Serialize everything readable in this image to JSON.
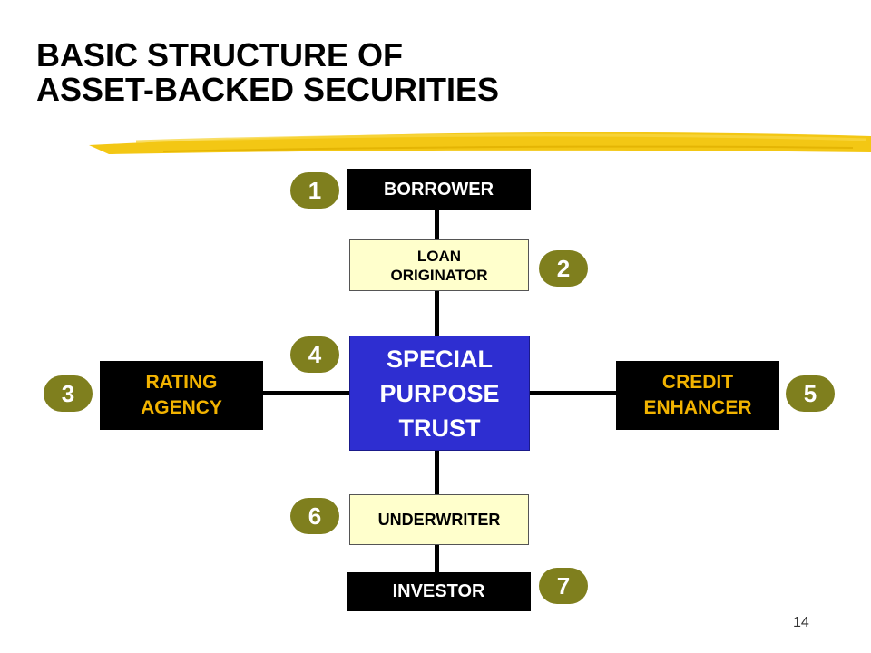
{
  "title": {
    "line1": "BASIC STRUCTURE OF",
    "line2": "ASSET-BACKED SECURITIES"
  },
  "colors": {
    "accent_stroke": "#f2c200",
    "box_black": "#000000",
    "box_pale": "#ffffcc",
    "box_blue": "#2e2ed1",
    "badge": "#7f7f1e",
    "gold_text": "#f2b300"
  },
  "nodes": {
    "borrower": {
      "label": "BORROWER",
      "badge": "1"
    },
    "loan_originator": {
      "label": "LOAN\nORIGINATOR",
      "badge": "2"
    },
    "rating_agency": {
      "label": "RATING\nAGENCY",
      "badge": "3"
    },
    "special_purpose_trust": {
      "label": "SPECIAL\nPURPOSE\nTRUST",
      "badge": "4"
    },
    "credit_enhancer": {
      "label": "CREDIT\nENHANCER",
      "badge": "5"
    },
    "underwriter": {
      "label": "UNDERWRITER",
      "badge": "6"
    },
    "investor": {
      "label": "INVESTOR",
      "badge": "7"
    }
  },
  "page_number": "14"
}
